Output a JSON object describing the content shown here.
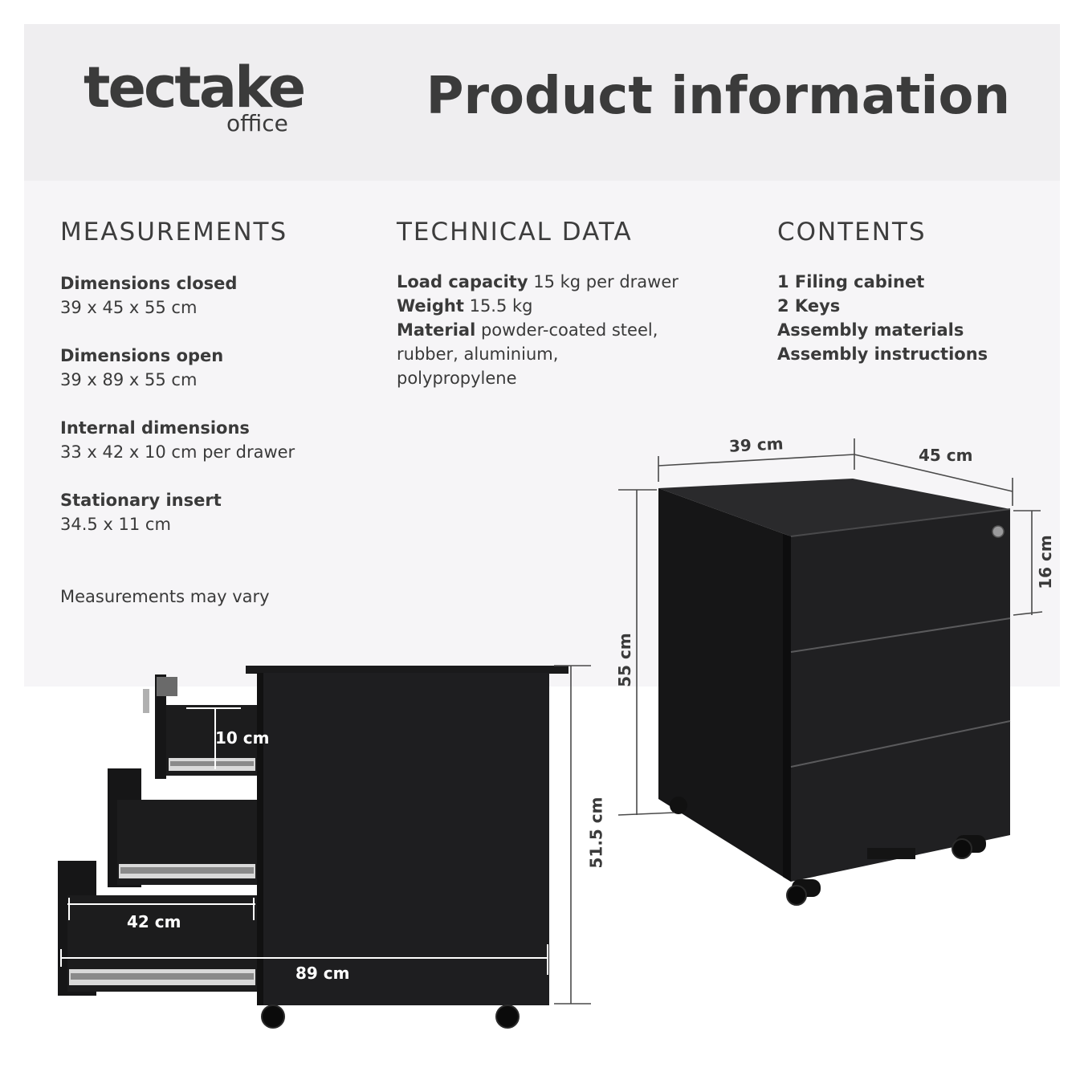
{
  "brand": {
    "name": "tectake",
    "sub": "office"
  },
  "title": "Product information",
  "measurements": {
    "heading": "MEASUREMENTS",
    "items": [
      {
        "label": "Dimensions closed",
        "value": "39 x 45 x 55 cm"
      },
      {
        "label": "Dimensions open",
        "value": "39 x 89 x 55 cm"
      },
      {
        "label": "Internal dimensions",
        "value": "33 x 42 x 10 cm per drawer"
      },
      {
        "label": "Stationary insert",
        "value": "34.5 x 11 cm"
      }
    ],
    "note": "Measurements may vary"
  },
  "technical": {
    "heading": "TECHNICAL DATA",
    "load_label": "Load capacity",
    "load_value": "15 kg per drawer",
    "weight_label": "Weight",
    "weight_value": "15.5 kg",
    "material_label": "Material",
    "material_line1": "powder-coated steel,",
    "material_line2": "rubber, aluminium,",
    "material_line3": "polypropylene"
  },
  "contents": {
    "heading": "CONTENTS",
    "items": [
      "1 Filing cabinet",
      "2 Keys",
      "Assembly materials",
      "Assembly instructions"
    ]
  },
  "dimensions": {
    "width": "39 cm",
    "depth": "45 cm",
    "height": "55 cm",
    "drawer_front": "16 cm",
    "drawer_height": "10 cm",
    "drawer_depth": "42 cm",
    "open_depth": "89 cm",
    "body_height": "51.5 cm"
  },
  "colors": {
    "header_bg": "#efeef0",
    "content_bg": "#f6f5f7",
    "text": "#3a3a3a",
    "product": "#1c1c1e"
  }
}
